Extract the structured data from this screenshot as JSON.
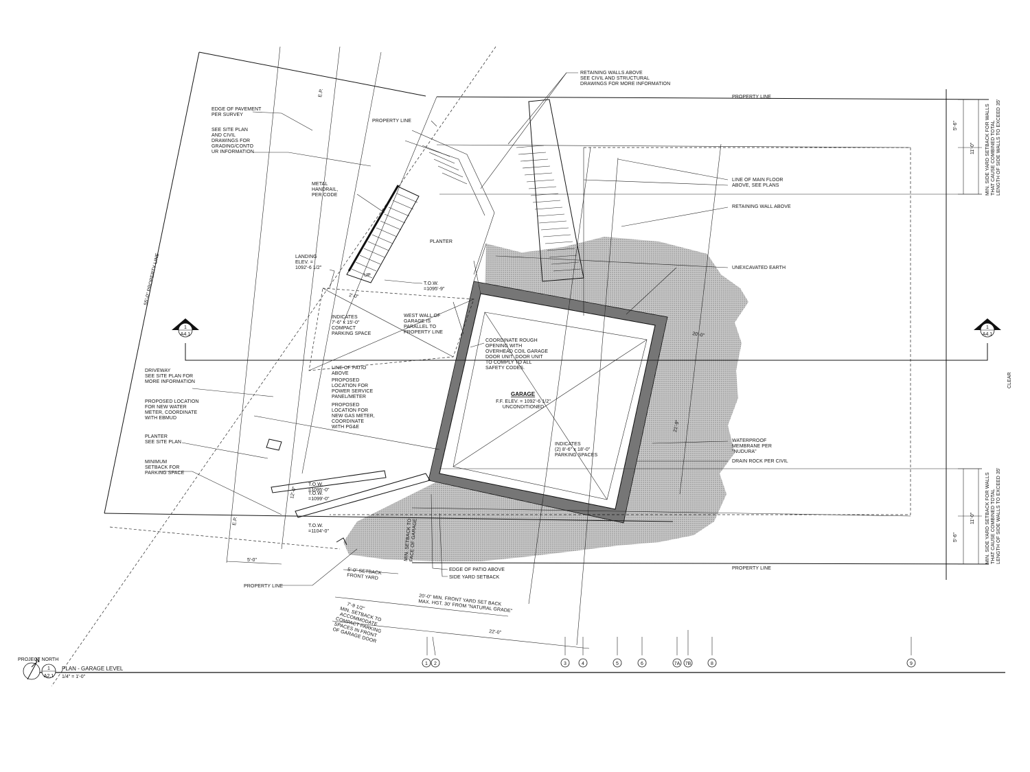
{
  "labels": {
    "retaining_walls": [
      "RETAINING WALLS ABOVE",
      "SEE CIVIL AND STRUCTURAL",
      "DRAWINGS FOR MORE INFORMATION"
    ],
    "property_line_top": "PROPERTY LINE",
    "property_line_bottom": "PROPERTY LINE",
    "property_line_left": "PROPERTY LINE",
    "property_line_upper": "PROPERTY LINE",
    "property_line_vertical": "55'-0\" PROPERTY LINE",
    "edge_pavement": [
      "EDGE OF PAVEMENT",
      "PER SURVEY"
    ],
    "see_site_plan": [
      "SEE SITE PLAN",
      "AND CIVIL",
      "DRAWINGS FOR",
      "GRADING/CONTO",
      "UR INFORMATION"
    ],
    "metal_handrail": [
      "METAL",
      "HANDRAIL,",
      "PER CODE"
    ],
    "planter_top": "PLANTER",
    "landing": [
      "LANDING",
      "ELEV. =",
      "1092'-6 1/2\""
    ],
    "up": "UP",
    "tow_1": [
      "T.O.W.",
      "=1095'-9\""
    ],
    "tow_2": [
      "T.O.W.",
      "=1095'-0\""
    ],
    "tow_3": [
      "T.O.W.",
      "=1099'-0\""
    ],
    "tow_4": [
      "T.O.W.",
      "=1104'-0\""
    ],
    "compact_parking": [
      "INDICATES",
      "7'-6\" x 15'-0\"",
      "COMPACT",
      "PARKING SPACE"
    ],
    "west_wall": [
      "WEST WALL OF",
      "GARAGE IS",
      "PARALLEL TO",
      "PROPERTY LINE"
    ],
    "coordinate_rough": [
      "COORDINATE ROUGH",
      "OPENING WITH",
      "OVERHEAD COIL GARAGE",
      "DOOR UNIT. DOOR UNIT",
      "TO COMPLY TO ALL",
      "SAFETY CODES."
    ],
    "garage_title": "GARAGE",
    "garage_sub": [
      "F.F. ELEV. = 1092'-6 1/2\"",
      "UNCONDITIONED"
    ],
    "line_of_patio": [
      "LINE OF PATIO",
      "ABOVE"
    ],
    "power_service": [
      "PROPOSED",
      "LOCATION FOR",
      "POWER SERVICE",
      "PANEL/METER"
    ],
    "gas_meter": [
      "PROPOSED",
      "LOCATION FOR",
      "NEW GAS METER,",
      "COORDINATE",
      "WITH PG&E"
    ],
    "driveway": [
      "DRIVEWAY",
      "SEE SITE PLAN FOR",
      "MORE INFORMATION"
    ],
    "water_meter": [
      "PROPOSED LOCATION",
      "FOR NEW WATER",
      "METER, COORDINATE",
      "WITH EBMUD"
    ],
    "planter_left": [
      "PLANTER",
      "SEE SITE PLAN"
    ],
    "min_setback": [
      "MINIMUM",
      "SETBACK FOR",
      "PARKING SPACE"
    ],
    "parking_spaces": [
      "INDICATES",
      "(2) 8'-6\" x 18'-0\"",
      "PARKING SPACES"
    ],
    "line_main_floor": [
      "LINE OF MAIN FLOOR",
      "ABOVE, SEE PLANS"
    ],
    "retaining_wall_above": "RETAINING WALL ABOVE",
    "unexcavated": "UNEXCAVATED EARTH",
    "waterproof": [
      "WATERPROOF",
      "MEMBRANE PER",
      "\"NUDURA\""
    ],
    "drain_rock": "DRAIN ROCK PER CIVIL",
    "edge_patio": "EDGE OF PATIO ABOVE",
    "side_yard": "SIDE YARD SETBACK",
    "front_yard_small": [
      "5'-0\" SETBACK",
      "FRONT YARD"
    ],
    "front_yard_big": [
      "20'-0\" MIN. FRONT YARD SET BACK",
      "MAX. HGT. 30' FROM \"NATURAL GRADE\""
    ],
    "min_setback_compact": [
      "7'-9 1/2\"",
      "MIN. SETBACK TO",
      "ACCOMMODATE",
      "COMPACT PARKING",
      "SPACES IN FRONT",
      "OF GARAGE DOOR"
    ],
    "side_yard_right_top": [
      "MIN. SIDE YARD SETBACK FOR WALLS",
      "THAT CAUSE COMBINED TOTAL",
      "LENGTH OF SIDE WALLS TO EXCEED 35'"
    ],
    "side_yard_right_bottom": [
      "MIN. SIDE YARD SETBACK FOR WALLS",
      "THAT CAUSE COMBINED TOTAL",
      "LENGTH OF SIDE WALLS TO EXCEED 35'"
    ],
    "min_setback_garage": [
      "MIN. SETBACK TO",
      "FACE OF GARAGE"
    ],
    "clear": "CLEAR",
    "ep1": "E.P.",
    "ep2": "E.P."
  },
  "dimensions": {
    "d5_6_top": "5'-6\"",
    "d11_0_top": "11'-0\"",
    "d5_6_bot": "5'-6\"",
    "d11_0_bot": "11'-0\"",
    "d5_0": "5'-0\"",
    "d22_0": "22'-0\"",
    "d21_9": "21'-9\"",
    "d12": "12'-0\"",
    "d2_0": "2'-0\"",
    "d20": "20'-0\""
  },
  "section_markers": [
    {
      "num": "1",
      "sheet": "A4.1"
    },
    {
      "num": "1",
      "sheet": "A4.1"
    }
  ],
  "gridlines": [
    "1",
    "2",
    "3",
    "4",
    "5",
    "6",
    "7A",
    "7B",
    "8",
    "9"
  ],
  "title_block": {
    "north": "N",
    "project_north": "PROJECT NORTH",
    "detail_num": "1",
    "detail_sheet": "A2.1",
    "title": "PLAN - GARAGE LEVEL",
    "scale": "1/4\" = 1'-0\""
  },
  "colors": {
    "line": "#111111",
    "hatch": "#9a9a9a",
    "wall": "#555555"
  }
}
